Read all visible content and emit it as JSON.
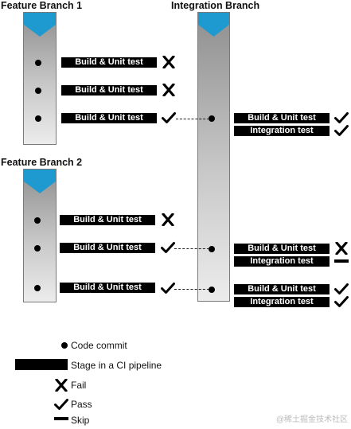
{
  "branches": {
    "feature1_title": "Feature Branch 1",
    "feature2_title": "Feature Branch 2",
    "integration_title": "Integration Branch"
  },
  "stages": {
    "build_unit": "Build & Unit test",
    "integration": "Integration test"
  },
  "feature1_results": [
    "fail",
    "fail",
    "pass"
  ],
  "feature2_results": [
    "fail",
    "pass",
    "pass"
  ],
  "integration_results": [
    {
      "build": "pass",
      "integration": "pass"
    },
    {
      "build": "fail",
      "integration": "skip"
    },
    {
      "build": "pass",
      "integration": "pass"
    }
  ],
  "legend": {
    "commit": "Code commit",
    "stage": "Stage in a CI pipeline",
    "fail": "Fail",
    "pass": "Pass",
    "skip": "Skip"
  },
  "watermark": "@稀土掘金技术社区",
  "colors": {
    "branch_head": "#1f9ad1",
    "stage_bg": "#000000",
    "stage_text": "#ffffff"
  }
}
